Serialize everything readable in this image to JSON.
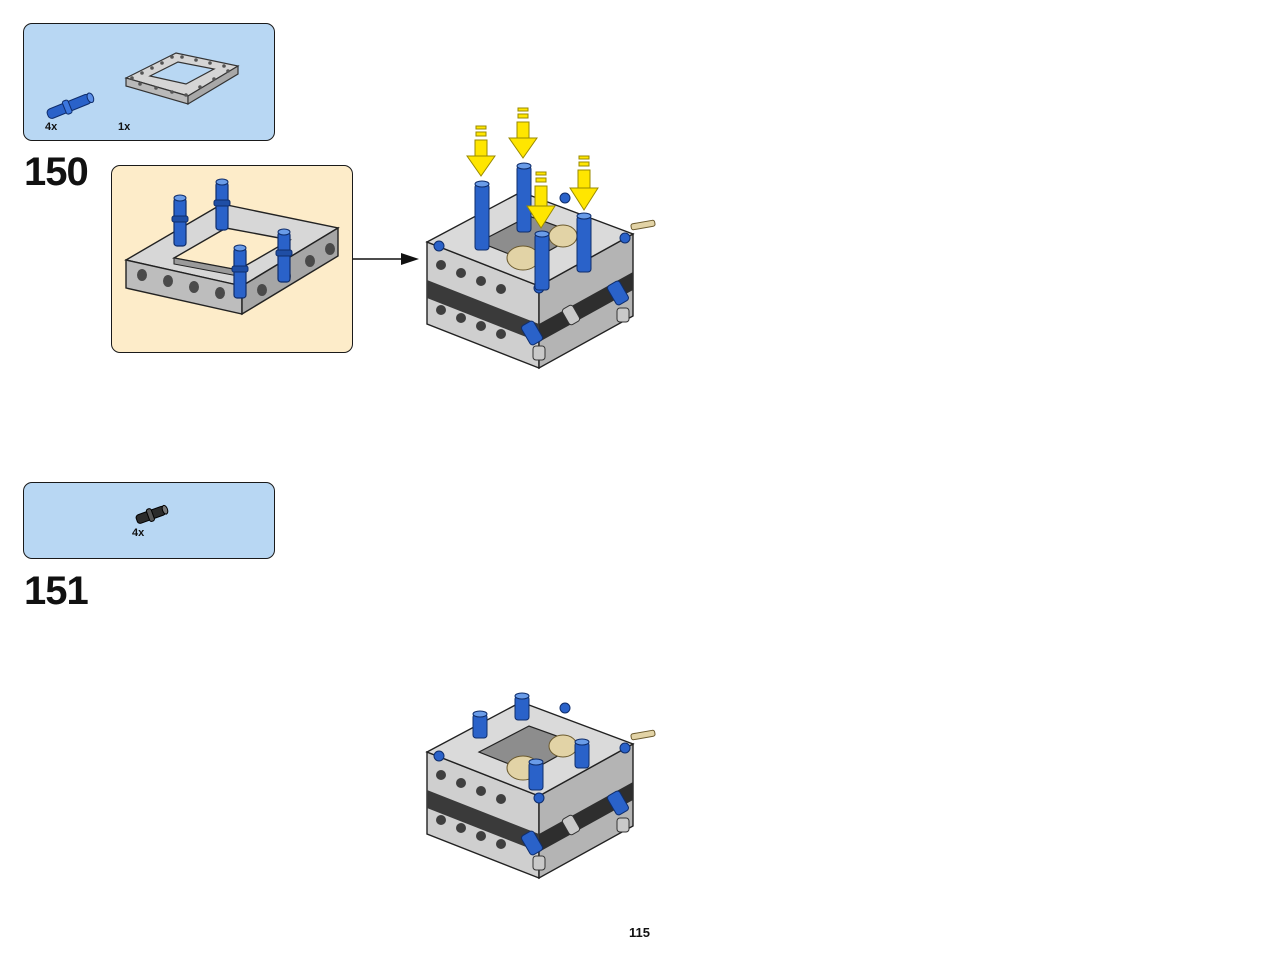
{
  "steps": [
    {
      "number": "150",
      "parts": [
        {
          "qty": "4x",
          "part": "blue-connector-pin"
        },
        {
          "qty": "1x",
          "part": "grey-technic-frame"
        }
      ]
    },
    {
      "number": "151",
      "parts": [
        {
          "qty": "4x",
          "part": "black-pin"
        }
      ]
    }
  ],
  "page_number": "115",
  "colors": {
    "parts_box_bg": "#b8d7f3",
    "subassembly_bg": "#fdecc9",
    "pin_blue": "#2a62c9",
    "frame_grey": "#d9d9d9",
    "arrow_yellow": "#ffe600"
  }
}
